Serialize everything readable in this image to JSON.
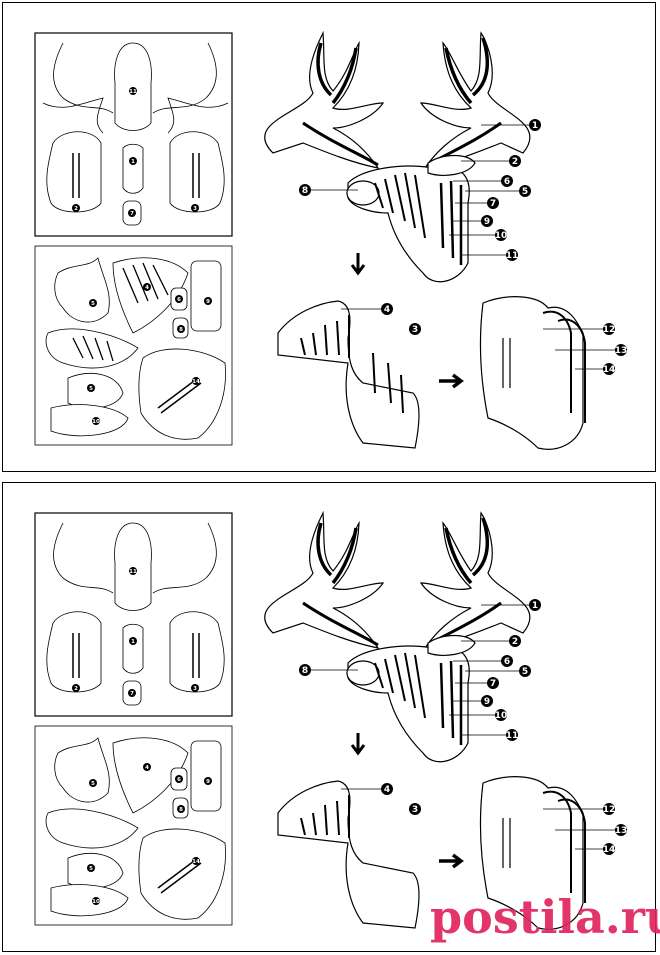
{
  "callouts": [
    "1",
    "2",
    "3",
    "4",
    "5",
    "6",
    "7",
    "8",
    "9",
    "10",
    "11",
    "12",
    "13",
    "14"
  ],
  "part_labels": {
    "panel_a": [
      "11",
      "1",
      "2",
      "7",
      "3"
    ],
    "panel_b": [
      "4",
      "6",
      "8",
      "5",
      "5",
      "10",
      "14",
      "9"
    ]
  },
  "arrows": [
    "down-arrow",
    "right-arrow"
  ],
  "watermark": {
    "text": "postila.ru",
    "color": "#e0245e"
  }
}
